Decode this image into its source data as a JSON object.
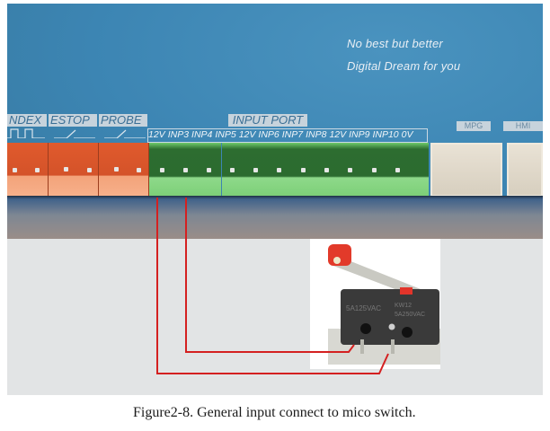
{
  "board": {
    "slogan_line1": "No best but better",
    "slogan_line2": "Digital Dream for you",
    "section_labels": {
      "index": "NDEX",
      "estop": "ESTOP",
      "probe": "PROBE",
      "input_port": "INPUT PORT",
      "mpg": "MPG",
      "hmi": "HMI"
    },
    "input_pins": [
      "12V",
      "INP3",
      "INP4",
      "INP5",
      "12V",
      "INP6",
      "INP7",
      "INP8",
      "12V",
      "INP9",
      "INP10",
      "0V"
    ]
  },
  "switch": {
    "rating_left": "5A125VAC",
    "rating_right_line1": "KW12",
    "rating_right_line2": "5A250VAC"
  },
  "wiring": {
    "wire_color": "#d42020",
    "connections": [
      {
        "from_pin": "12V",
        "to": "switch-terminal-common"
      },
      {
        "from_pin": "INP3",
        "to": "switch-terminal-no"
      }
    ]
  },
  "colors": {
    "board_blue": "#3c85b3",
    "orange_terminal": "#d4532a",
    "green_terminal": "#2c6b2f"
  },
  "caption": "Figure2-8.  General input connect to mico switch."
}
